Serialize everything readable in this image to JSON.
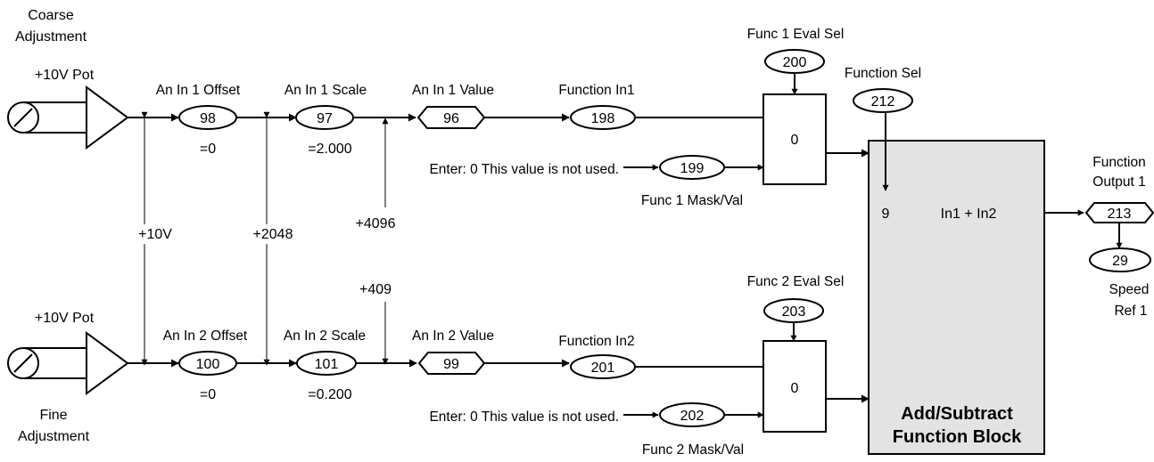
{
  "top": {
    "source_title_1": "Coarse",
    "source_title_2": "Adjustment",
    "pot_label": "+10V Pot",
    "offset": {
      "label": "An In 1 Offset",
      "param": "98",
      "value": "=0"
    },
    "scale": {
      "label": "An In 1 Scale",
      "param": "97",
      "value": "=2.000"
    },
    "ain_value": {
      "label": "An In 1 Value",
      "param": "96"
    },
    "function_in": {
      "label": "Function In1",
      "param": "198"
    },
    "eval_sel": {
      "label": "Func 1 Eval Sel",
      "param": "200"
    },
    "mask_enter": "Enter: 0  This value is not used.",
    "mask": {
      "label": "Func 1 Mask/Val",
      "param": "199"
    },
    "eval_block_value": "0"
  },
  "bottom": {
    "source_title_1": "Fine",
    "source_title_2": "Adjustment",
    "pot_label": "+10V Pot",
    "offset": {
      "label": "An In 2 Offset",
      "param": "100",
      "value": "=0"
    },
    "scale": {
      "label": "An In 2 Scale",
      "param": "101",
      "value": "=0.200"
    },
    "ain_value": {
      "label": "An In 2 Value",
      "param": "99"
    },
    "function_in": {
      "label": "Function In2",
      "param": "201"
    },
    "eval_sel": {
      "label": "Func 2 Eval Sel",
      "param": "203"
    },
    "mask_enter": "Enter: 0  This value is not used.",
    "mask": {
      "label": "Func 2 Mask/Val",
      "param": "202"
    },
    "eval_block_value": "0"
  },
  "measurements": {
    "volts": "+10V",
    "offset_count": "+2048",
    "coarse_count": "+4096",
    "fine_count": "+409"
  },
  "function_block": {
    "sel_label": "Function Sel",
    "sel_param": "212",
    "sel_value": "9",
    "expression": "In1 + In2",
    "title_1": "Add/Subtract",
    "title_2": "Function Block",
    "fill_color": "#e3e3e3"
  },
  "output": {
    "label_1": "Function",
    "label_2": "Output 1",
    "param": "213",
    "speed_param": "29",
    "speed_label_1": "Speed",
    "speed_label_2": "Ref 1"
  }
}
